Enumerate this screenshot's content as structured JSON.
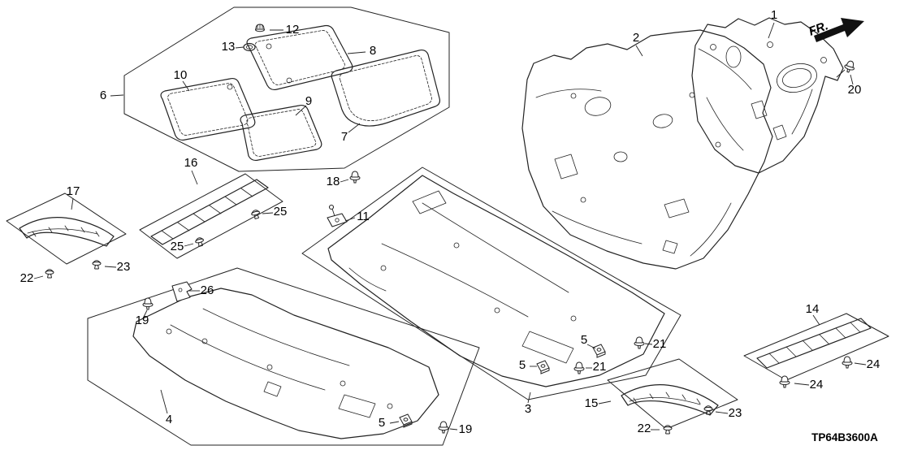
{
  "diagram_code": "TP64B3600A",
  "direction_indicator": "FR.",
  "colors": {
    "line": "#222222",
    "background": "#ffffff"
  },
  "callouts": [
    {
      "ref": "1"
    },
    {
      "ref": "2"
    },
    {
      "ref": "3"
    },
    {
      "ref": "4"
    },
    {
      "ref": "5"
    },
    {
      "ref": "5"
    },
    {
      "ref": "5"
    },
    {
      "ref": "6"
    },
    {
      "ref": "7"
    },
    {
      "ref": "8"
    },
    {
      "ref": "9"
    },
    {
      "ref": "10"
    },
    {
      "ref": "11"
    },
    {
      "ref": "12"
    },
    {
      "ref": "13"
    },
    {
      "ref": "14"
    },
    {
      "ref": "15"
    },
    {
      "ref": "16"
    },
    {
      "ref": "17"
    },
    {
      "ref": "18"
    },
    {
      "ref": "19"
    },
    {
      "ref": "19"
    },
    {
      "ref": "20"
    },
    {
      "ref": "21"
    },
    {
      "ref": "21"
    },
    {
      "ref": "22"
    },
    {
      "ref": "22"
    },
    {
      "ref": "23"
    },
    {
      "ref": "23"
    },
    {
      "ref": "24"
    },
    {
      "ref": "24"
    },
    {
      "ref": "25"
    },
    {
      "ref": "25"
    },
    {
      "ref": "26"
    }
  ]
}
